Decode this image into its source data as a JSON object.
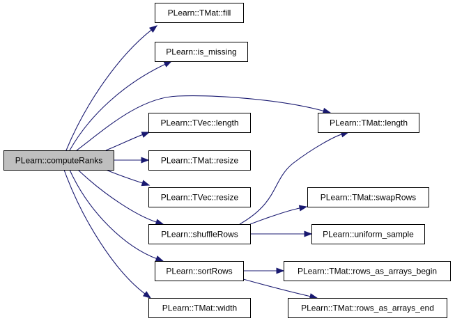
{
  "graph": {
    "colors": {
      "edge": "#191970",
      "root_fill": "#bfbfbf",
      "node_fill": "#ffffff",
      "border": "#000000"
    },
    "nodes": [
      {
        "id": "computeRanks",
        "label": "PLearn::computeRanks",
        "root": true
      },
      {
        "id": "tmat_fill",
        "label": "PLearn::TMat::fill"
      },
      {
        "id": "is_missing",
        "label": "PLearn::is_missing"
      },
      {
        "id": "tmat_length",
        "label": "PLearn::TMat::length"
      },
      {
        "id": "tvec_length",
        "label": "PLearn::TVec::length"
      },
      {
        "id": "tmat_resize",
        "label": "PLearn::TMat::resize"
      },
      {
        "id": "tvec_resize",
        "label": "PLearn::TVec::resize"
      },
      {
        "id": "tmat_swapRows",
        "label": "PLearn::TMat::swapRows"
      },
      {
        "id": "shuffleRows",
        "label": "PLearn::shuffleRows"
      },
      {
        "id": "uniform_sample",
        "label": "PLearn::uniform_sample"
      },
      {
        "id": "sortRows",
        "label": "PLearn::sortRows"
      },
      {
        "id": "rows_begin",
        "label": "PLearn::TMat::rows_as_arrays_begin"
      },
      {
        "id": "tmat_width",
        "label": "PLearn::TMat::width"
      },
      {
        "id": "rows_end",
        "label": "PLearn::TMat::rows_as_arrays_end"
      }
    ],
    "edges": [
      {
        "from": "computeRanks",
        "to": "tmat_fill"
      },
      {
        "from": "computeRanks",
        "to": "is_missing"
      },
      {
        "from": "computeRanks",
        "to": "tmat_length"
      },
      {
        "from": "computeRanks",
        "to": "tvec_length"
      },
      {
        "from": "computeRanks",
        "to": "tmat_resize"
      },
      {
        "from": "computeRanks",
        "to": "tvec_resize"
      },
      {
        "from": "computeRanks",
        "to": "shuffleRows"
      },
      {
        "from": "computeRanks",
        "to": "sortRows"
      },
      {
        "from": "computeRanks",
        "to": "tmat_width"
      },
      {
        "from": "shuffleRows",
        "to": "tmat_length"
      },
      {
        "from": "shuffleRows",
        "to": "tmat_swapRows"
      },
      {
        "from": "shuffleRows",
        "to": "uniform_sample"
      },
      {
        "from": "sortRows",
        "to": "rows_begin"
      },
      {
        "from": "sortRows",
        "to": "rows_end"
      }
    ]
  }
}
